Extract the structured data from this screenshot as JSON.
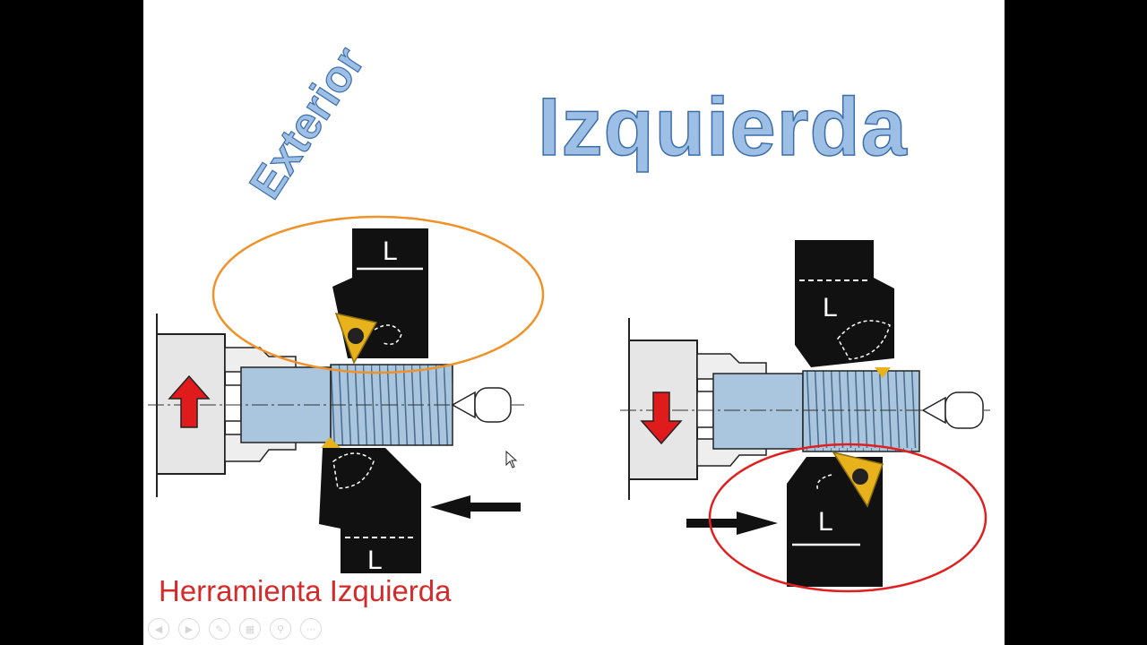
{
  "slide": {
    "title_rotated": "Exterior",
    "title_main": "Izquierda",
    "caption": "Herramienta Izquierda"
  },
  "tool_labels": {
    "left_top_holder": "L",
    "left_bottom_holder": "L",
    "right_top_holder": "L",
    "right_bottom_holder": "L"
  },
  "colors": {
    "title_fill": "#9dbfe6",
    "title_stroke": "#3d6ea8",
    "caption": "#d42a2a",
    "highlight_orange": "#f0922a",
    "highlight_red": "#e02020",
    "insert_gold": "#e8b21c",
    "workpiece": "#a9c6de",
    "arrow_red": "#e01b1b"
  },
  "toolbar": {
    "icons": [
      "prev-icon",
      "next-icon",
      "pen-icon",
      "slides-icon",
      "zoom-icon",
      "more-icon"
    ]
  }
}
